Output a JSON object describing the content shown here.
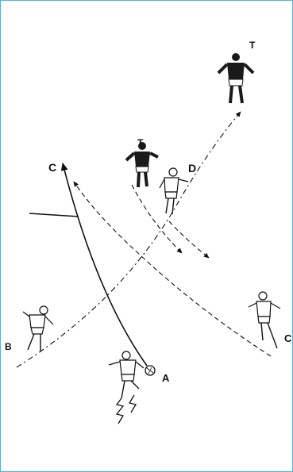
{
  "labels": {
    "t_top": "T",
    "t_mid": "T",
    "d": "D",
    "c_left": "C",
    "c_right": "C",
    "b": "B",
    "a": "A"
  },
  "colors": {
    "frame": "#4fb3e0",
    "ink": "#111111",
    "dark_kit": "#1a1a1a",
    "light_kit": "#ffffff"
  }
}
